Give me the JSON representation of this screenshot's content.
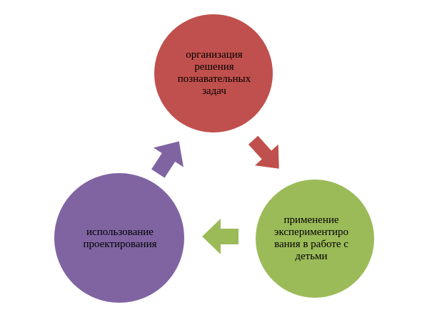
{
  "diagram": {
    "type": "cycle",
    "nodes": [
      {
        "id": "top",
        "label": "организация\nрешения\nпознавательных\nзадач",
        "color": "#c0504d"
      },
      {
        "id": "right",
        "label": "применение\nэкспериментиро\nвания в работе с\nдетьми",
        "color": "#9bbb59"
      },
      {
        "id": "left",
        "label": "использование\nпроектирования",
        "color": "#8064a2"
      }
    ],
    "arrows": [
      {
        "from": "top",
        "to": "right",
        "color": "#c0504d"
      },
      {
        "from": "right",
        "to": "left",
        "color": "#9bbb59"
      },
      {
        "from": "left",
        "to": "top",
        "color": "#8064a2"
      }
    ],
    "colors": {
      "stroke": "#ffffff",
      "background": "#ffffff"
    }
  }
}
